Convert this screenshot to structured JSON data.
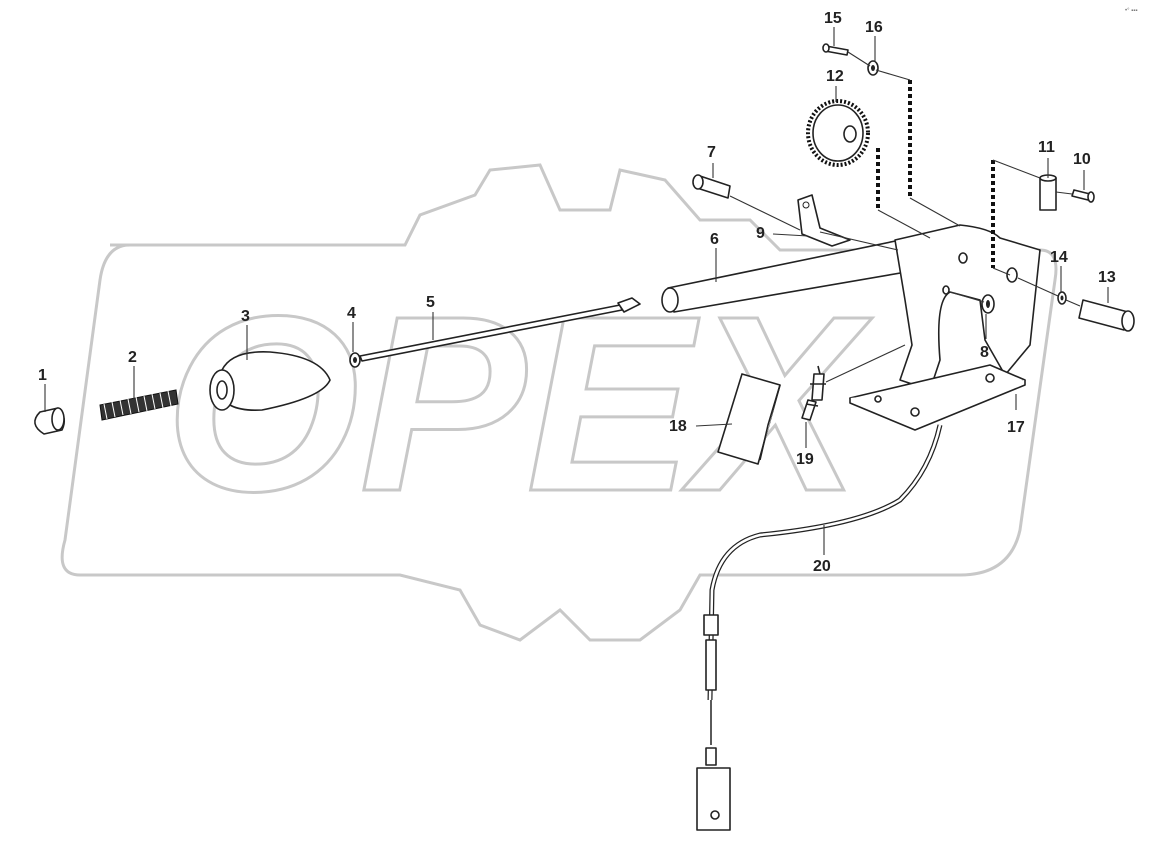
{
  "watermark": {
    "text": "OPEX"
  },
  "corner_mark": "•° ▪▪▪",
  "colors": {
    "line": "#222222",
    "watermark": "#c8c8c8",
    "background": "#ffffff"
  },
  "callouts": [
    "1",
    "2",
    "3",
    "4",
    "5",
    "6",
    "7",
    "8",
    "9",
    "10",
    "11",
    "12",
    "13",
    "14",
    "15",
    "16",
    "17",
    "18",
    "19",
    "20"
  ]
}
